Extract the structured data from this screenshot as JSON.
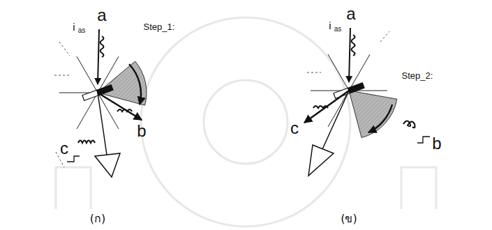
{
  "diagram": {
    "labels": [
      "a",
      "i",
      "as",
      "Step_1:",
      "b",
      "c",
      "(ก)",
      "a",
      "i",
      "as",
      "Step_2:",
      "c",
      "b",
      "(ข)"
    ]
  }
}
